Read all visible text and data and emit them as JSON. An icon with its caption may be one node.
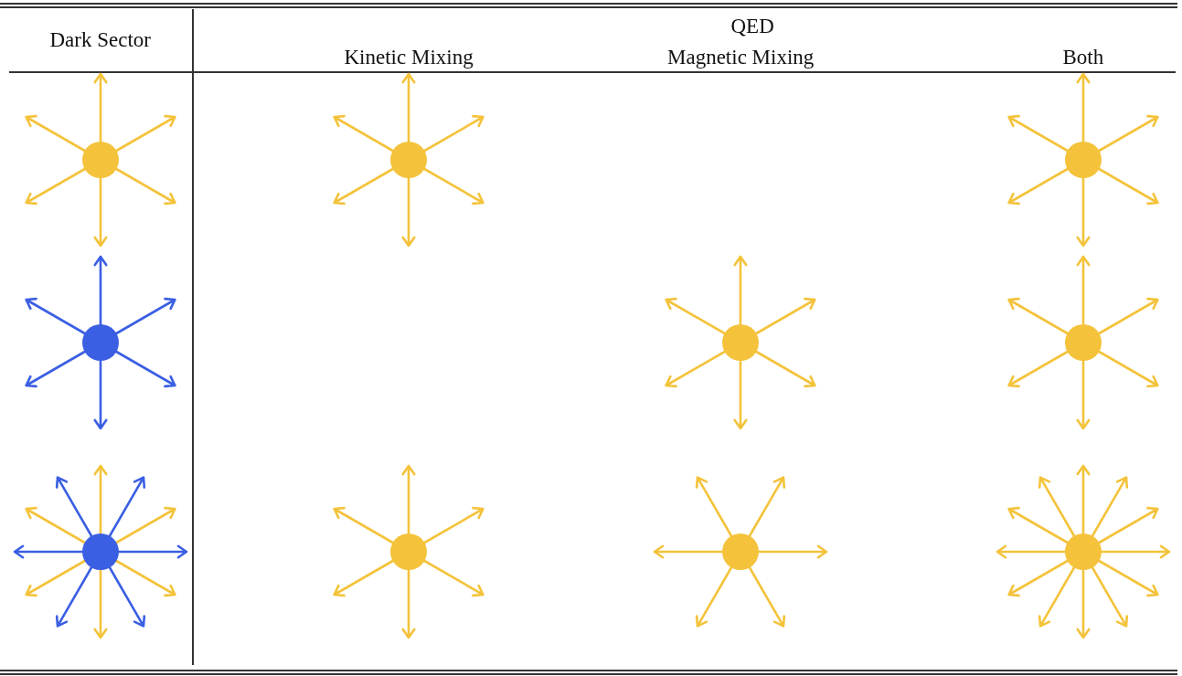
{
  "diagram": {
    "labels": [
      "Dark Sector",
      "QED",
      "Kinetic Mixing",
      "Magnetic Mixing",
      "Both"
    ]
  }
}
